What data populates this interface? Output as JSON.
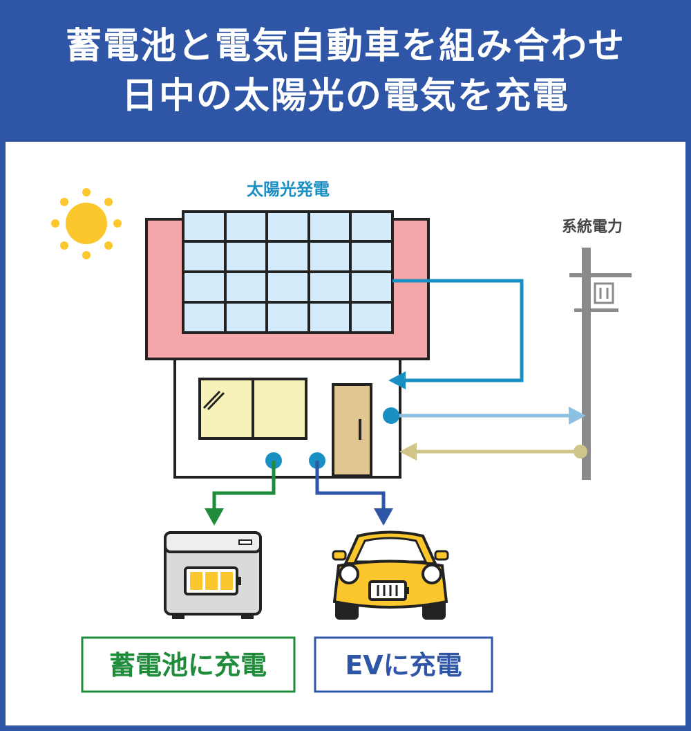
{
  "header": {
    "line1": "蓄電池と電気自動車を組み合わせ",
    "line2": "日中の太陽光の電気を充電"
  },
  "labels": {
    "solar": "太陽光発電",
    "grid": "系統電力",
    "battery_caption": "蓄電池に充電",
    "ev_caption": "EVに充電"
  },
  "colors": {
    "header_bg": "#2f56a6",
    "solar_flow": "#1a8fc4",
    "export_flow": "#8cc0e0",
    "import_flow": "#cfc48a",
    "battery_flow": "#1e8c3a",
    "ev_flow": "#2f56a6",
    "sun": "#fcc72c",
    "roof": "#f4a7a8",
    "panel_cell": "#d3ebfa",
    "car_body": "#fcc72c"
  }
}
